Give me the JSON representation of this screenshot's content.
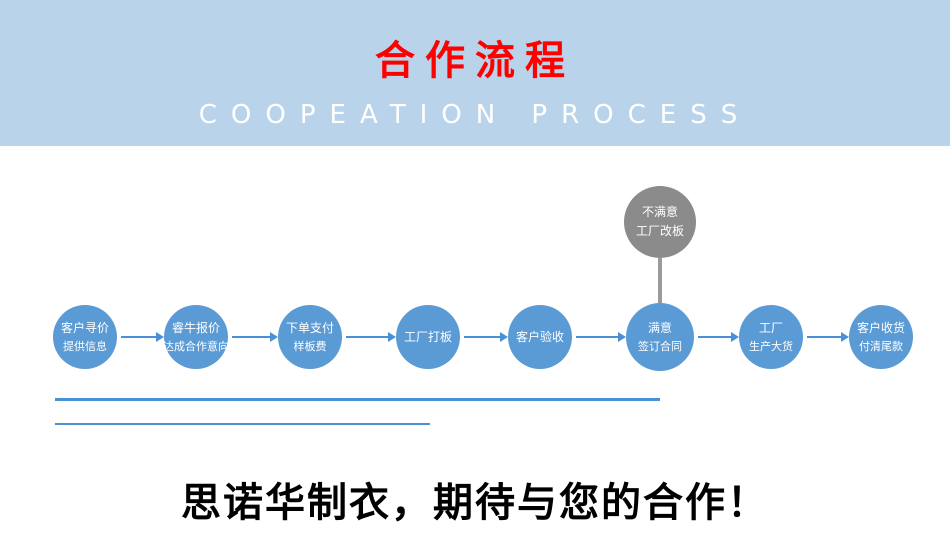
{
  "header": {
    "title": "合作流程",
    "subtitle": "COOPEATION PROCESS",
    "bg_color": "#b9d4ea",
    "title_color": "#fe0000",
    "subtitle_color": "#ffffff"
  },
  "flow": {
    "node_color": "#5b9bd5",
    "arrow_color": "#4a90d9",
    "alt_node": {
      "line1": "不满意",
      "line2": "工厂改板",
      "color": "#8b8b8b"
    },
    "nodes": [
      {
        "line1": "客户寻价",
        "line2": "提供信息"
      },
      {
        "line1": "睿牛报价",
        "line2": "达成合作意向"
      },
      {
        "line1": "下单支付",
        "line2": "样板费"
      },
      {
        "line1": "工厂打板",
        "line2": ""
      },
      {
        "line1": "客户验收",
        "line2": ""
      },
      {
        "line1": "满意",
        "line2": "签订合同"
      },
      {
        "line1": "工厂",
        "line2": "生产大货"
      },
      {
        "line1": "客户收货",
        "line2": "付清尾款"
      }
    ]
  },
  "footer": {
    "slogan": "思诺华制衣，期待与您的合作！"
  }
}
